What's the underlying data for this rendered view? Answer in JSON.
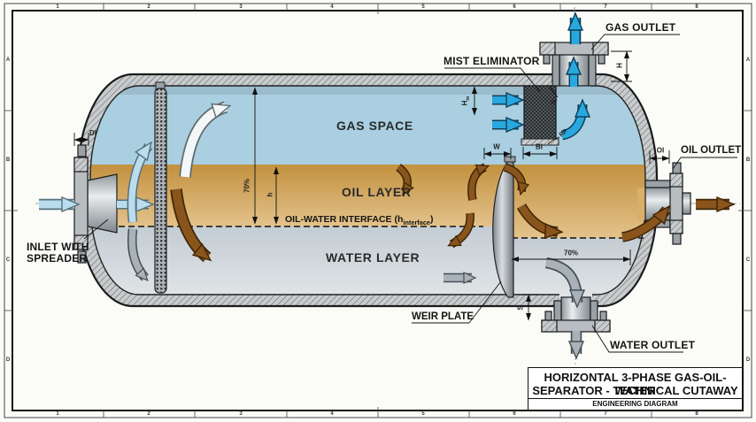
{
  "frame": {
    "cols": [
      "1",
      "2",
      "3",
      "4",
      "5",
      "6",
      "7",
      "8"
    ],
    "rows": [
      "A",
      "B",
      "C",
      "D"
    ]
  },
  "callouts": {
    "gas_outlet": "GAS OUTLET",
    "mist_eliminator": "MIST ELIMINATOR",
    "oil_outlet": "OIL OUTLET",
    "inlet_line1": "INLET WITH",
    "inlet_line2": "SPREADER",
    "weir_plate": "WEIR PLATE",
    "water_outlet": "WATER OUTLET"
  },
  "regions": {
    "gas_space": "GAS SPACE",
    "oil_layer": "OIL LAYER",
    "interface_prefix": "OIL-WATER INTERFACE (h",
    "interface_sub": "interface",
    "interface_suffix": ")",
    "water_layer": "WATER LAYER"
  },
  "dims": {
    "di": "DI",
    "level_70": "70%",
    "h": "h",
    "w": "W",
    "bi": "BI",
    "hm_main": "H",
    "hm_sub": "m",
    "sv": "SV",
    "rp": "RP",
    "h_nozzle": "H",
    "oi": "OI",
    "s": "S",
    "weir_70": "70%"
  },
  "title_block": {
    "line1": "HORIZONTAL 3-PHASE GAS-OIL-WATER",
    "line2": "SEPARATOR - TECHNICAL CUTAWAY",
    "subtitle": "ENGINEERING DIAGRAM"
  },
  "colors": {
    "gas": "#a9cfe0",
    "oil_top": "#c2913f",
    "oil_bottom": "#e4c38c",
    "water_top": "#c3ccd3",
    "water_bottom": "#e0e4e6",
    "arrow_blue": "#29a8e0",
    "arrow_light_blue": "#b9ddec",
    "arrow_white": "#f4f7f7",
    "arrow_brown": "#8a551c",
    "arrow_gray": "#a9b2b8",
    "shell": "#c9cccd"
  }
}
